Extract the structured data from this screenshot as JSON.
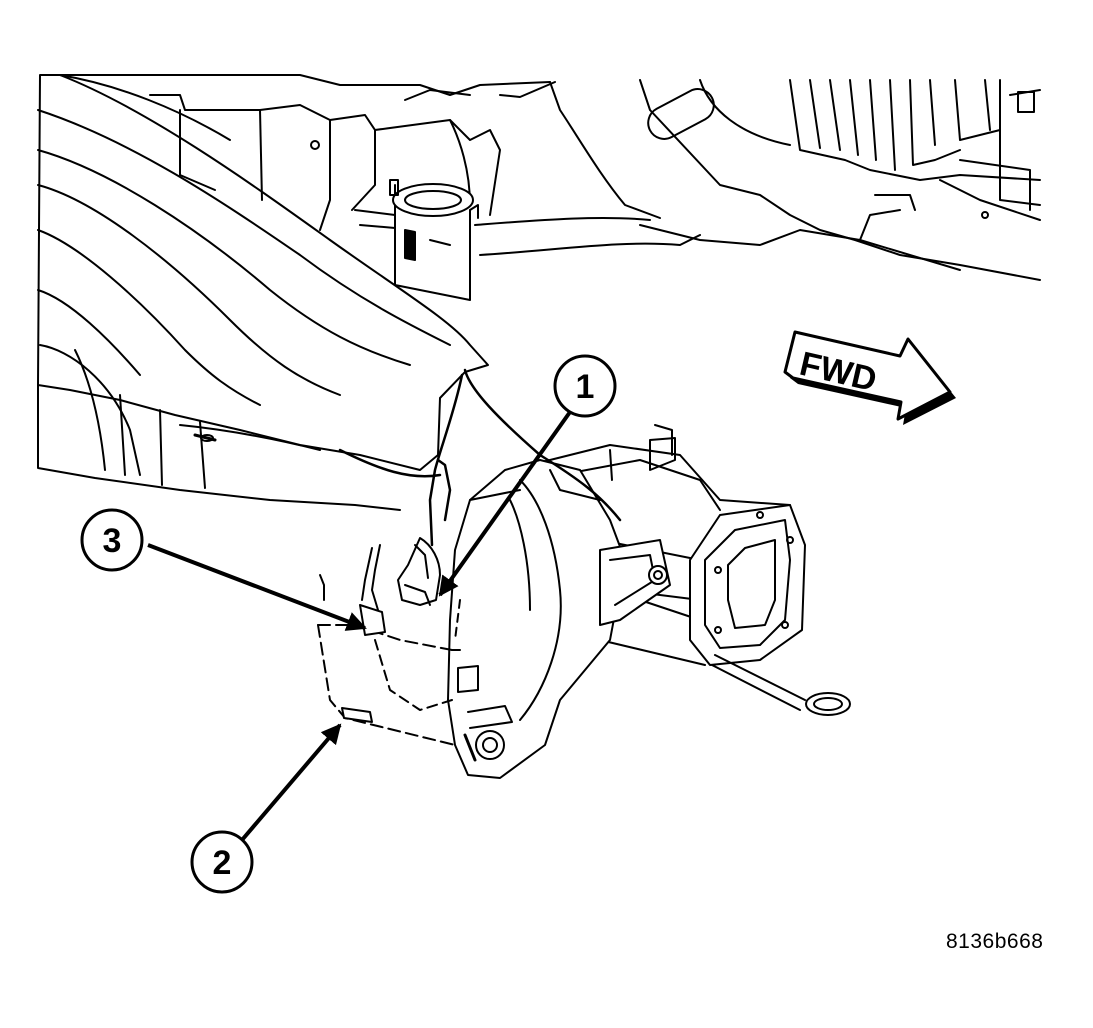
{
  "callouts": [
    {
      "number": "1"
    },
    {
      "number": "2"
    },
    {
      "number": "3"
    }
  ],
  "direction_arrow": {
    "label": "FWD"
  },
  "figure_id": "8136b668",
  "colors": {
    "ink": "#000000",
    "paper": "#ffffff"
  }
}
